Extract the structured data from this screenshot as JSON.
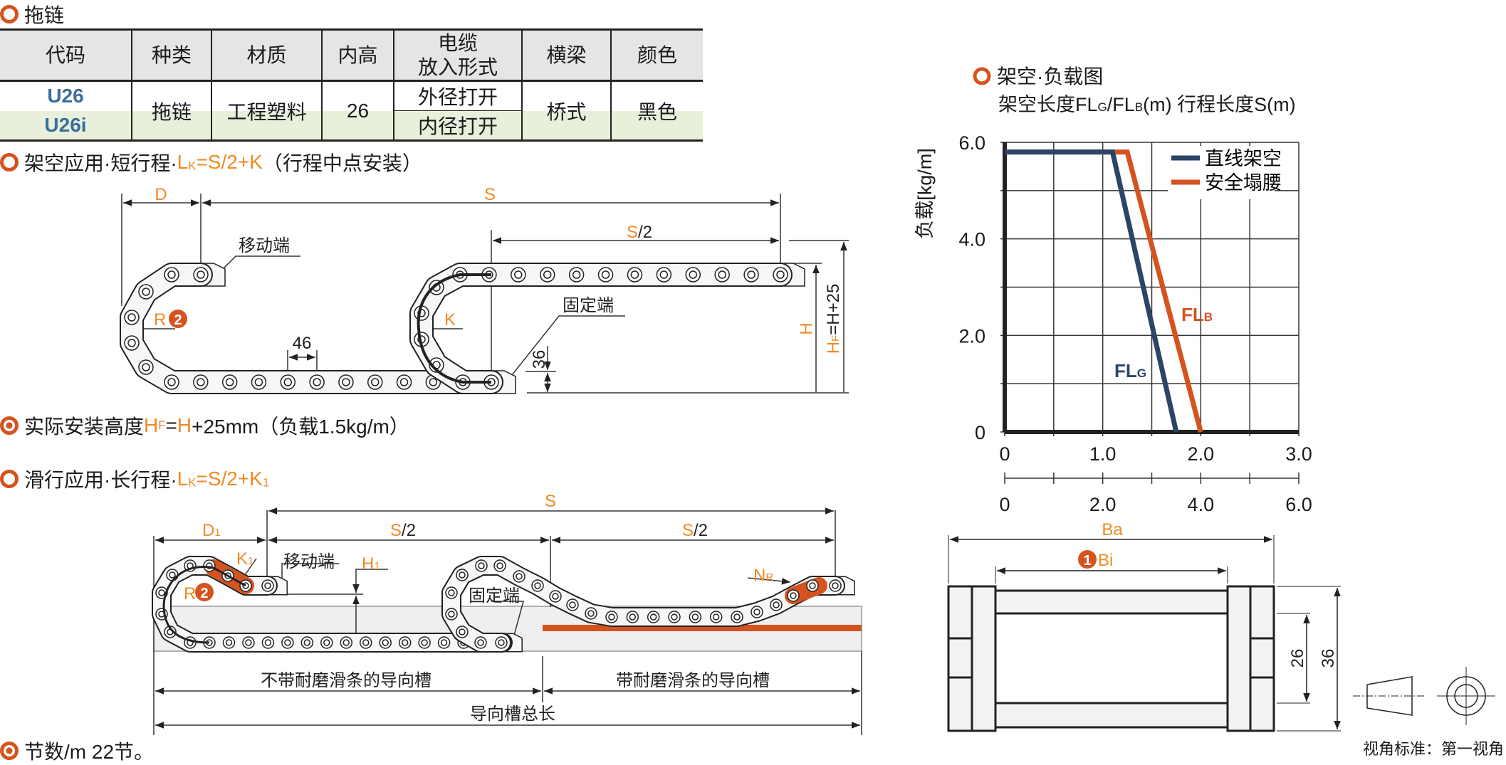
{
  "sections": {
    "drag_chain": {
      "title": "拖链"
    },
    "short_travel": {
      "title": "架空应用·短行程·",
      "f_L": "L",
      "f_sub": "K",
      "f_rest": "=S/2+K",
      "note": "（行程中点安装）"
    },
    "install_height": {
      "prefix": "实际安装高度",
      "hf": "H",
      "hf_sub": "F",
      "eq": "=",
      "h": "H",
      "suffix": "+25mm（负载1.5kg/m）"
    },
    "long_travel": {
      "title": "滑行应用·长行程·",
      "f_L": "L",
      "f_sub": "K",
      "f_rest": "=S/2+K",
      "f_sub2": "1"
    },
    "links_per_m": {
      "text": "节数/m 22节。"
    }
  },
  "table": {
    "headers": [
      "代码",
      "种类",
      "材质",
      "内高",
      "电缆",
      "放入形式",
      "横梁",
      "颜色"
    ],
    "rows": [
      {
        "code": "U26",
        "cable": "外径打开"
      },
      {
        "code": "U26i",
        "cable": "内径打开"
      }
    ],
    "type": "拖链",
    "material": "工程塑料",
    "inner_height": "26",
    "crossbar": "桥式",
    "color": "黑色"
  },
  "diagram_short": {
    "D": "D",
    "S": "S",
    "S2": "S",
    "S2b": "/2",
    "moving_end": "移动端",
    "fixed_end": "固定端",
    "R": "R",
    "badge2": "2",
    "K": "K",
    "pitch": "46",
    "link_h": "36",
    "H": "H",
    "HF": "H",
    "HF_sub": "F",
    "HF_rest": "=H+25"
  },
  "diagram_long": {
    "S": "S",
    "D1": "D",
    "D1_sub": "1",
    "S2": "S",
    "S2b": "/2",
    "K1": "K",
    "K1_sub": "1",
    "moving_end": "移动端",
    "H1": "H",
    "H1_sub": "1",
    "fixed_end": "固定端",
    "NR": "N",
    "NR_sub": "R",
    "R": "R",
    "badge2": "2",
    "no_strip": "不带耐磨滑条的导向槽",
    "with_strip": "带耐磨滑条的导向槽",
    "total": "导向槽总长"
  },
  "cross_section": {
    "Ba": "Ba",
    "badge1": "1",
    "Bi": "Bi",
    "inner": "26",
    "outer": "36",
    "view_standard": "视角标准：第一视角"
  },
  "chart_data": {
    "type": "line",
    "title": "架空·负载图",
    "subtitle_parts": [
      "架空长度FL",
      "G",
      "/FL",
      "B",
      "(m) 行程长度S(m)"
    ],
    "ylabel": "负载[kg/m]",
    "ylim": [
      0,
      6.0
    ],
    "yticks": [
      "0",
      "2.0",
      "4.0",
      "6.0"
    ],
    "xlim": [
      0,
      3.0
    ],
    "xticks": [
      "0",
      "1.0",
      "2.0",
      "3.0"
    ],
    "x2lim": [
      0,
      6.0
    ],
    "x2ticks": [
      "0",
      "2.0",
      "4.0",
      "6.0"
    ],
    "grid": true,
    "legend_position": "top-right",
    "series": [
      {
        "name": "直线架空",
        "label": "FL",
        "label_sub": "G",
        "color": "#2b4467",
        "x": [
          0,
          1.1,
          1.75
        ],
        "y": [
          5.8,
          5.8,
          0
        ]
      },
      {
        "name": "安全塌腰",
        "label": "FL",
        "label_sub": "B",
        "color": "#d4531f",
        "x": [
          0,
          1.25,
          2.0
        ],
        "y": [
          5.8,
          5.8,
          0
        ]
      }
    ]
  },
  "colors": {
    "accent": "#d4531f",
    "dim_label": "#f08a24",
    "code_blue": "#3b6e9a",
    "row_green": "#e8f0dc"
  }
}
